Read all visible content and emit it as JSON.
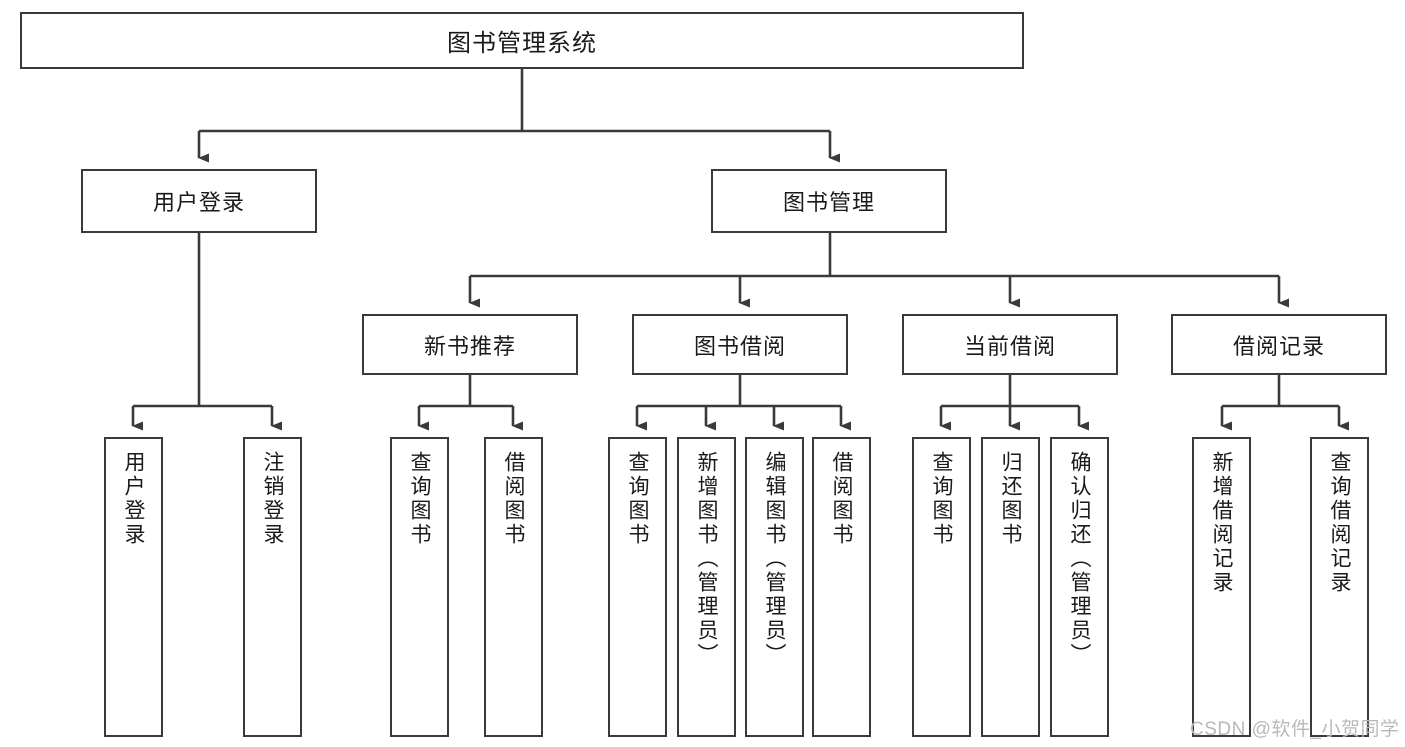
{
  "diagram": {
    "title": "图书管理系统",
    "type": "tree-hierarchy",
    "watermark": "CSDN @软件_小贺同学",
    "colors": {
      "box_border": "#3a3a3a",
      "box_fill": "#ffffff",
      "edge": "#3a3a3a",
      "text": "#1a1a1a",
      "watermark": "#b9b9b9"
    }
  },
  "nodes": {
    "root": {
      "label": "图书管理系统"
    },
    "level1": [
      {
        "label": "用户登录"
      },
      {
        "label": "图书管理"
      }
    ],
    "level2": [
      {
        "label": "新书推荐"
      },
      {
        "label": "图书借阅"
      },
      {
        "label": "当前借阅"
      },
      {
        "label": "借阅记录"
      }
    ],
    "leaves": [
      {
        "label": "用户登录",
        "parent": "用户登录"
      },
      {
        "label": "注销登录",
        "parent": "用户登录"
      },
      {
        "label": "查询图书",
        "parent": "新书推荐"
      },
      {
        "label": "借阅图书",
        "parent": "新书推荐"
      },
      {
        "label": "查询图书",
        "parent": "图书借阅"
      },
      {
        "label": "新增图书（管理员）",
        "parent": "图书借阅"
      },
      {
        "label": "编辑图书（管理员）",
        "parent": "图书借阅"
      },
      {
        "label": "借阅图书",
        "parent": "图书借阅"
      },
      {
        "label": "查询图书",
        "parent": "当前借阅"
      },
      {
        "label": "归还图书",
        "parent": "当前借阅"
      },
      {
        "label": "确认归还（管理员）",
        "parent": "当前借阅"
      },
      {
        "label": "新增借阅记录",
        "parent": "借阅记录"
      },
      {
        "label": "查询借阅记录",
        "parent": "借阅记录"
      }
    ]
  }
}
